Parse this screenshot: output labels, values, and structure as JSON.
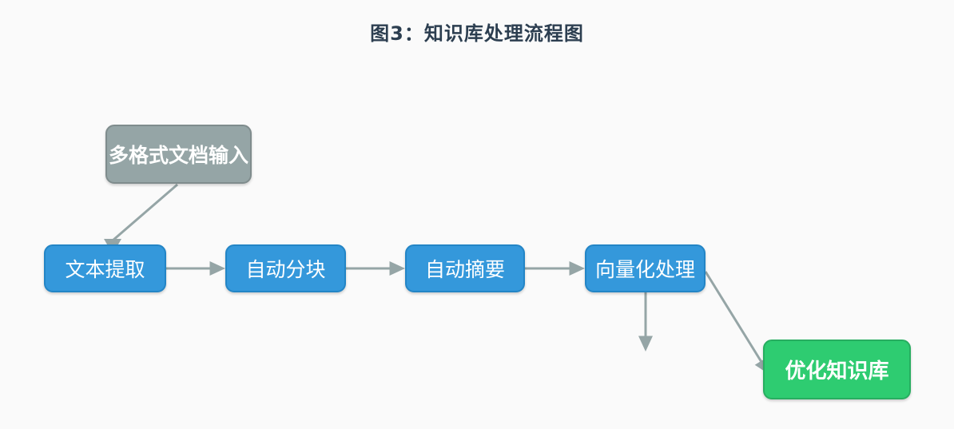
{
  "title": "图3：知识库处理流程图",
  "diagram": {
    "nodes": [
      {
        "id": "multi-format-input",
        "label": "多格式文档输入",
        "shape": "rounded-rect",
        "fill": "#95a5a6",
        "border": "#7f8c8d",
        "text_color": "#ffffff"
      },
      {
        "id": "text-extraction",
        "label": "文本提取",
        "shape": "rounded-rect",
        "fill": "#3498db",
        "border": "#2385c6",
        "text_color": "#ffffff"
      },
      {
        "id": "auto-chunking",
        "label": "自动分块",
        "shape": "rounded-rect",
        "fill": "#3498db",
        "border": "#2385c6",
        "text_color": "#ffffff"
      },
      {
        "id": "auto-summary",
        "label": "自动摘要",
        "shape": "rounded-rect",
        "fill": "#3498db",
        "border": "#2385c6",
        "text_color": "#ffffff"
      },
      {
        "id": "vectorization",
        "label": "向量化处理",
        "shape": "rounded-rect",
        "fill": "#3498db",
        "border": "#2385c6",
        "text_color": "#ffffff"
      },
      {
        "id": "optimized-kb",
        "label": "优化知识库",
        "shape": "rounded-rect",
        "fill": "#2ecc71",
        "border": "#27ae60",
        "text_color": "#ffffff"
      }
    ],
    "edges": [
      {
        "from": "多格式文档输入",
        "to": "文本提取"
      },
      {
        "from": "文本提取",
        "to": "自动分块"
      },
      {
        "from": "自动分块",
        "to": "自动摘要"
      },
      {
        "from": "自动摘要",
        "to": "向量化处理"
      },
      {
        "from": "向量化处理",
        "to": null
      },
      {
        "from": "向量化处理",
        "to": "优化知识库"
      }
    ],
    "colors": {
      "background": "#fafafa",
      "title_text": "#2c3e50",
      "arrow": "#95a5a6"
    }
  }
}
